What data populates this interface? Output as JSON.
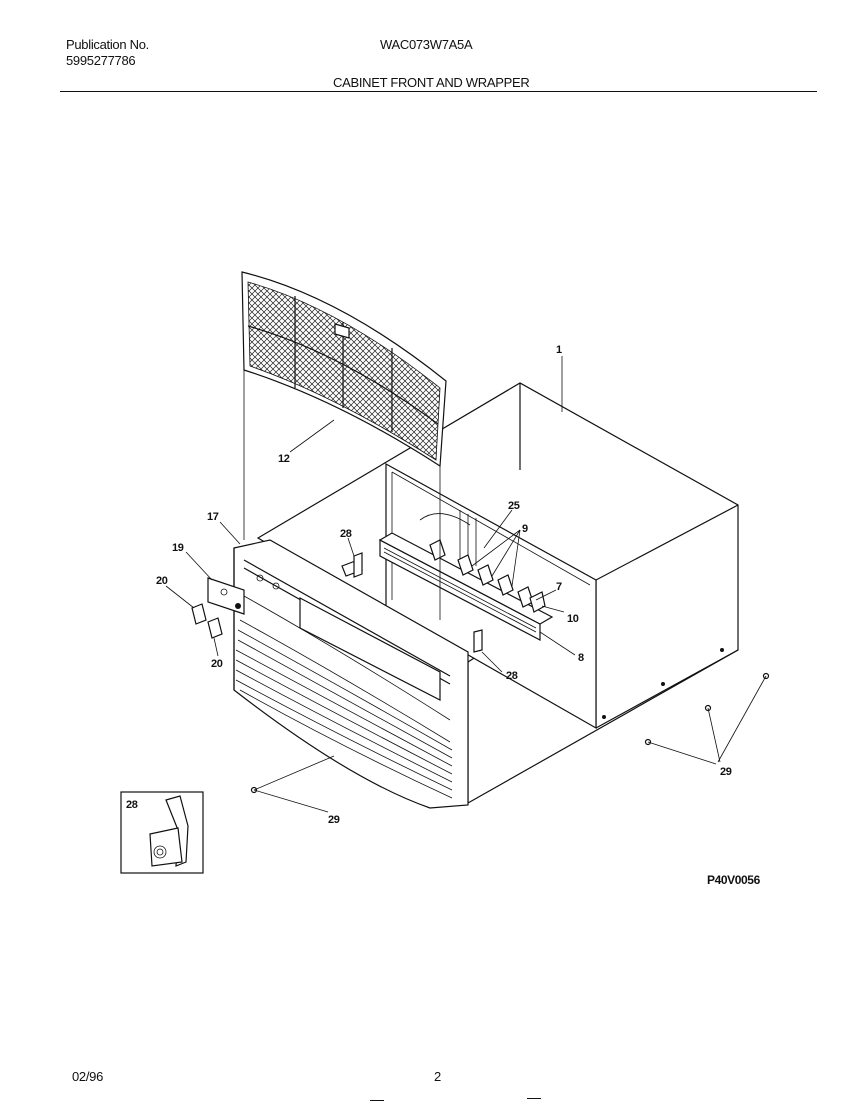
{
  "header": {
    "publication_label": "Publication No.",
    "publication_number": "5995277786",
    "model": "WAC073W7A5A",
    "section_title": "CABINET FRONT AND WRAPPER"
  },
  "diagram": {
    "callouts": [
      "1",
      "12",
      "25",
      "9",
      "7",
      "10",
      "8",
      "28",
      "28",
      "17",
      "19",
      "20",
      "20",
      "29",
      "29"
    ],
    "inset_callout": "28",
    "drawing_code": "P40V0056"
  },
  "footer": {
    "date": "02/96",
    "page": "2"
  }
}
